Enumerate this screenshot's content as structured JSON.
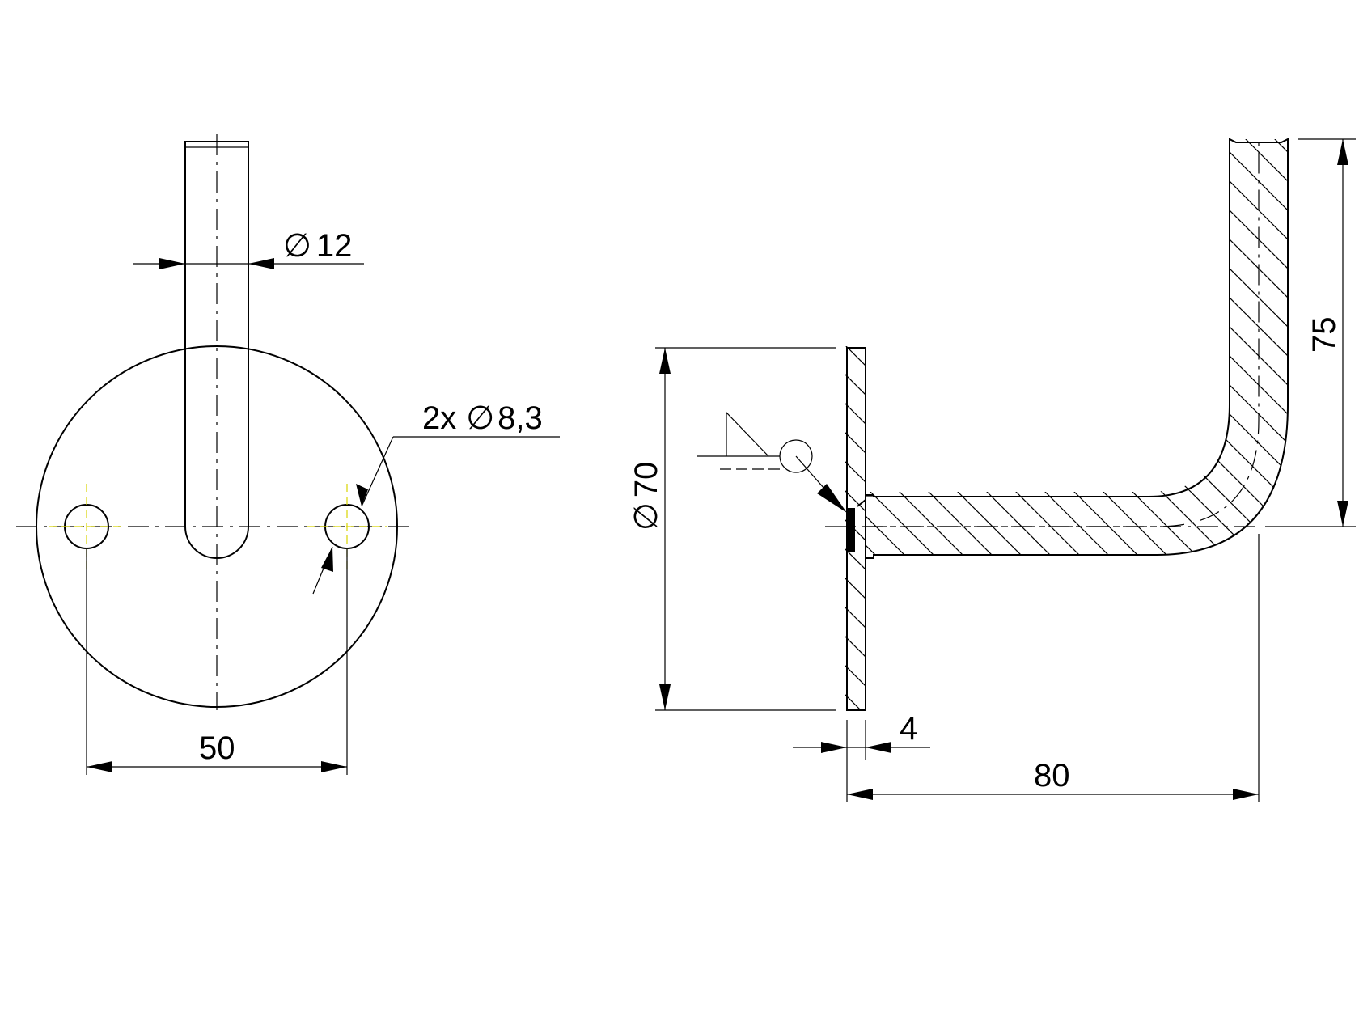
{
  "drawing": {
    "views": [
      {
        "name": "front view",
        "dimensions": [
          "∅12",
          "2x ∅8,3",
          "50"
        ]
      },
      {
        "name": "side section",
        "dimensions": [
          "∅70",
          "4",
          "80",
          "75"
        ]
      }
    ],
    "labels": {
      "rod_diameter": {
        "symbol": "∅",
        "value": "12"
      },
      "hole_callout": {
        "prefix": "2x",
        "symbol": "∅",
        "value": "8,3"
      },
      "hole_spacing": "50",
      "plate_diameter": {
        "symbol": "∅",
        "value": "70"
      },
      "plate_thickness": "4",
      "horizontal_length": "80",
      "vertical_height": "75"
    },
    "symbols": {
      "weld": "fillet weld all-around symbol"
    }
  }
}
